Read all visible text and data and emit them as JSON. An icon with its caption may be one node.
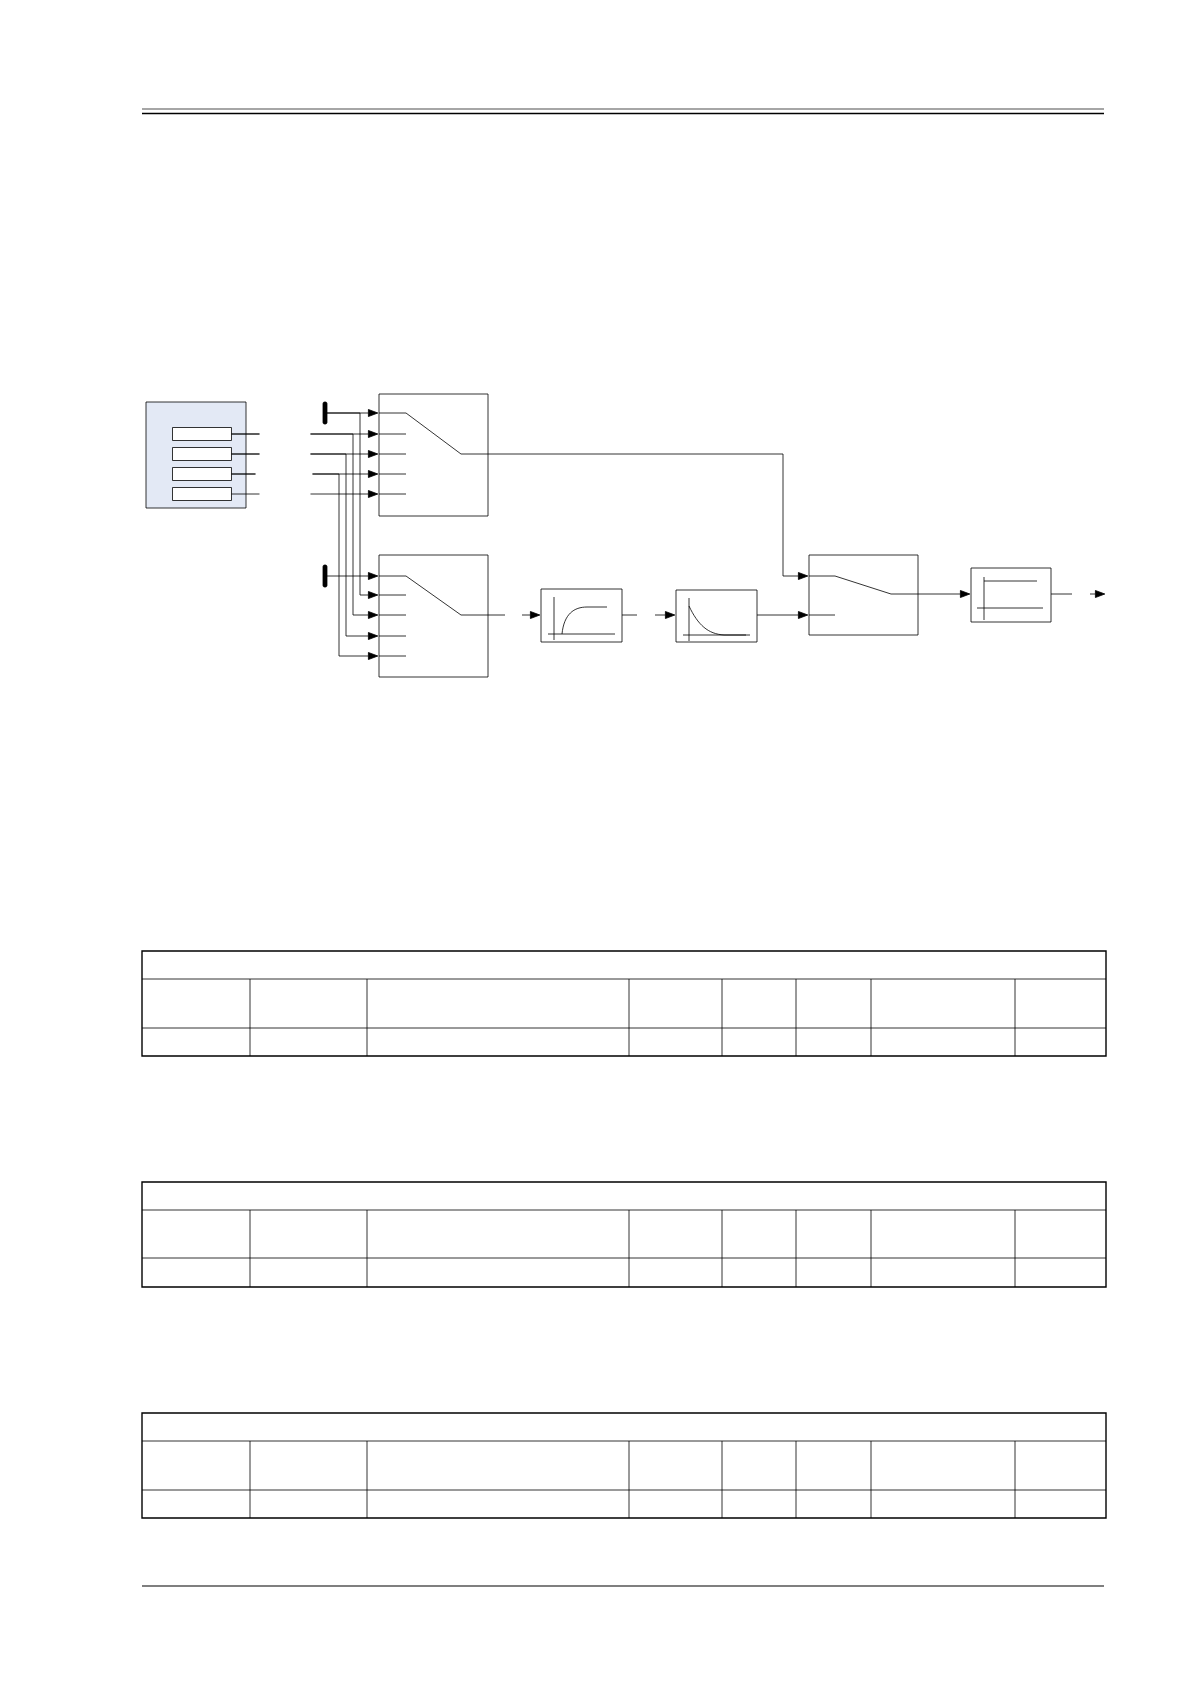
{
  "diagram": {
    "nodes": [
      {
        "text": [],
        "shape": "box"
      },
      {
        "text": [],
        "shape": "box",
        "in": 0
      },
      {
        "text": [],
        "shape": "box",
        "in": 0
      },
      {
        "text": [],
        "shape": "box",
        "in": 0
      },
      {
        "text": [],
        "shape": "box",
        "in": 0
      },
      {
        "text": [],
        "shape": "bar"
      },
      {
        "text": [],
        "shape": "box"
      },
      {
        "text": [],
        "shape": "bar"
      },
      {
        "text": [],
        "shape": "box"
      },
      {
        "text": [],
        "shape": "box"
      },
      {
        "text": [],
        "shape": "box"
      },
      {
        "text": [],
        "shape": "box"
      },
      {
        "text": [],
        "shape": "box"
      }
    ],
    "edges": [
      {
        "from": 5,
        "to": 6,
        "arrow": "to"
      },
      {
        "from": 5,
        "to": 8,
        "arrow": "to"
      },
      {
        "from": 1,
        "to": 6,
        "arrow": "to",
        "style": "dashed"
      },
      {
        "from": 1,
        "to": 8,
        "arrow": "to",
        "style": "dashed"
      },
      {
        "from": 2,
        "to": 6,
        "arrow": "to",
        "style": "dashed"
      },
      {
        "from": 2,
        "to": 8,
        "arrow": "to",
        "style": "dashed"
      },
      {
        "from": 3,
        "to": 6,
        "arrow": "to",
        "style": "dashed"
      },
      {
        "from": 3,
        "to": 8,
        "arrow": "to",
        "style": "dashed"
      },
      {
        "from": 4,
        "to": 6,
        "arrow": "to",
        "style": "dashed"
      },
      {
        "from": 7,
        "to": 8,
        "arrow": "to"
      },
      {
        "from": 6,
        "to": 11,
        "arrow": "to"
      },
      {
        "from": 8,
        "to": 9,
        "arrow": "to",
        "style": "dashed"
      },
      {
        "from": 9,
        "to": 10,
        "arrow": "to",
        "style": "dashed"
      },
      {
        "from": 10,
        "to": 11,
        "arrow": "to"
      },
      {
        "from": 11,
        "to": 12,
        "arrow": "to"
      },
      {
        "from": 12,
        "to": null,
        "arrow": "to",
        "style": "dashed"
      }
    ]
  }
}
